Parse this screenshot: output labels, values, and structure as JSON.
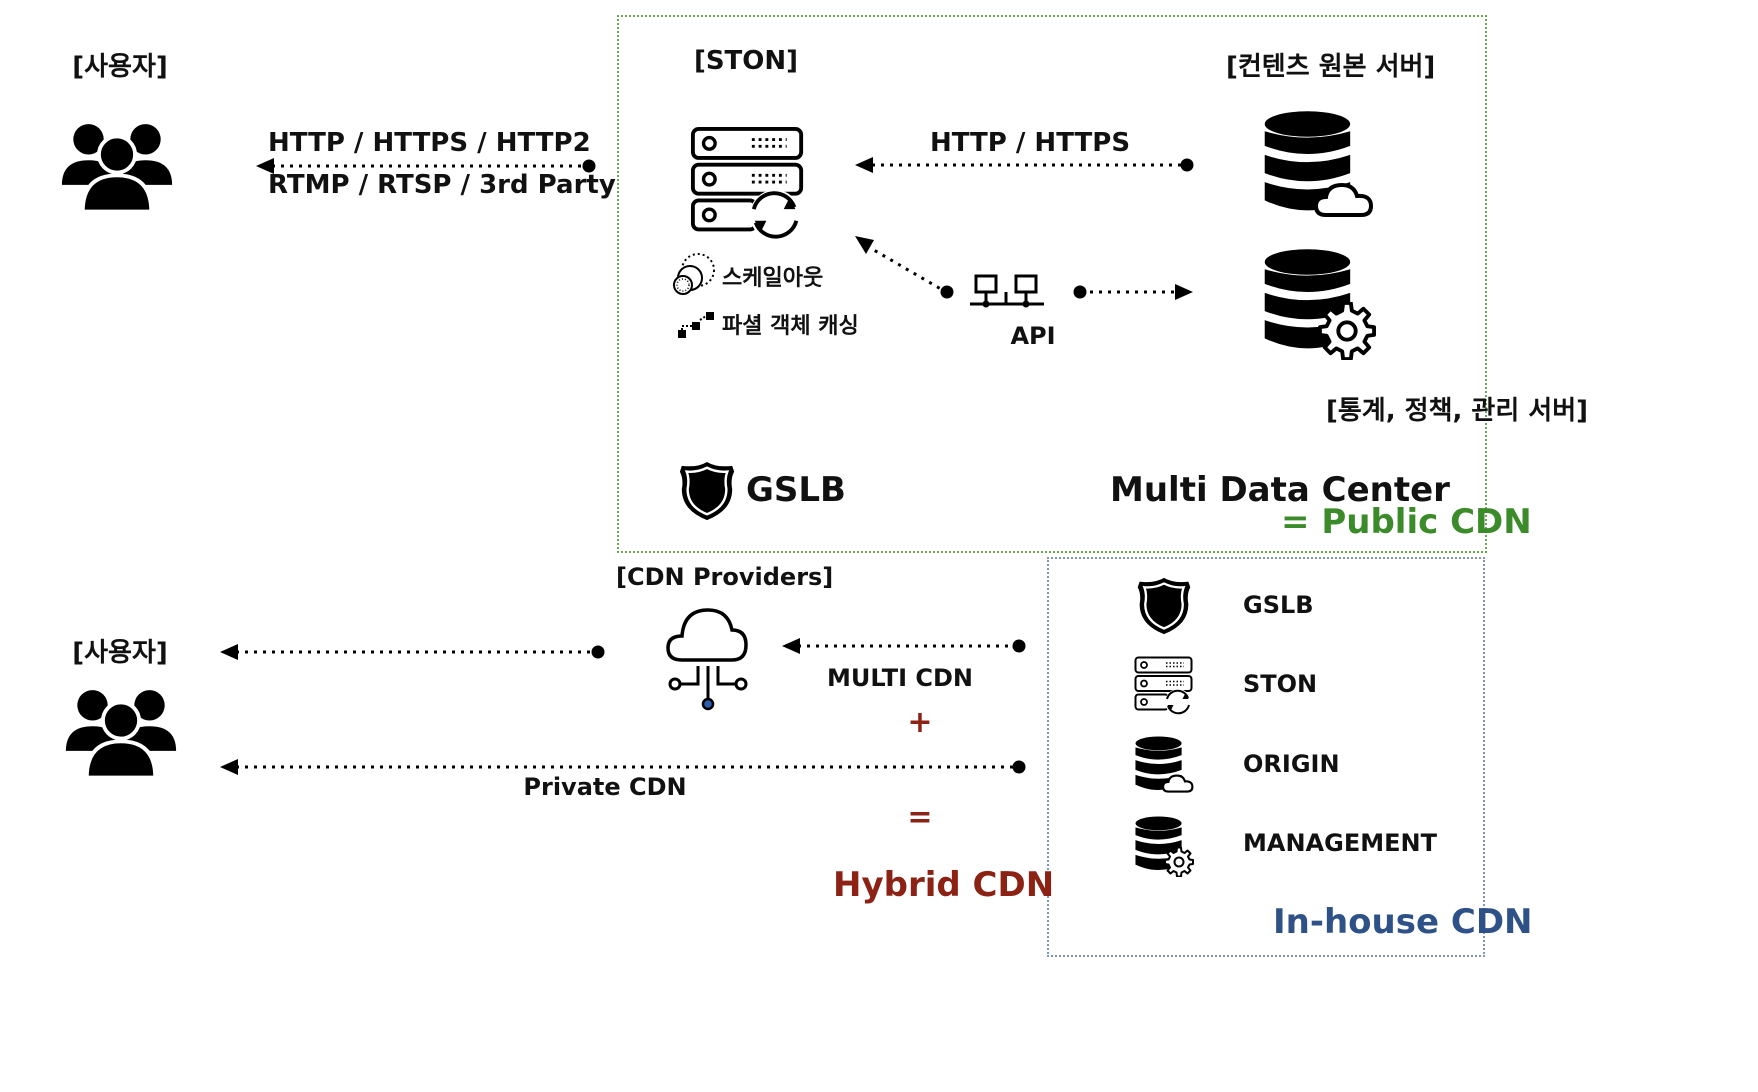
{
  "top": {
    "users_label": "[사용자]",
    "ston_label": "[STON]",
    "origin_label": "[컨텐츠 원본 서버]",
    "mgmt_label": "[통계, 정책, 관리 서버]",
    "protocol_line1": "HTTP / HTTPS / HTTP2",
    "protocol_line2": "RTMP / RTSP / 3rd Party",
    "origin_protocol": "HTTP / HTTPS",
    "api_label": "API",
    "feature_scaleout": "스케일아웃",
    "feature_partial": "파셜 객체 캐싱",
    "gslb_label": "GSLB",
    "multi_dc": "Multi Data Center",
    "public_cdn": "= Public CDN"
  },
  "bottom": {
    "users_label": "[사용자]",
    "cdn_providers": "[CDN Providers]",
    "multi_cdn": "MULTI CDN",
    "plus": "+",
    "private_cdn": "Private CDN",
    "equals": "=",
    "hybrid_cdn": "Hybrid CDN",
    "inhouse_items": [
      "GSLB",
      "STON",
      "ORIGIN",
      "MANAGEMENT"
    ],
    "inhouse_cdn": "In-house CDN"
  },
  "colors": {
    "public_green": "#3c8b2a",
    "hybrid_red": "#8b2214",
    "inhouse_blue": "#2e5288",
    "box_green": "#6aa84f",
    "box_blue": "#7f95b5"
  },
  "icons": {
    "users": "users-group-icon",
    "server": "server-sync-icon",
    "origin": "database-cloud-icon",
    "management": "database-gear-icon",
    "api": "network-nodes-icon",
    "shield": "shield-icon",
    "cloud": "cloud-network-icon",
    "scaleout": "scaleout-circles-icon",
    "partial": "partial-cache-icon"
  }
}
